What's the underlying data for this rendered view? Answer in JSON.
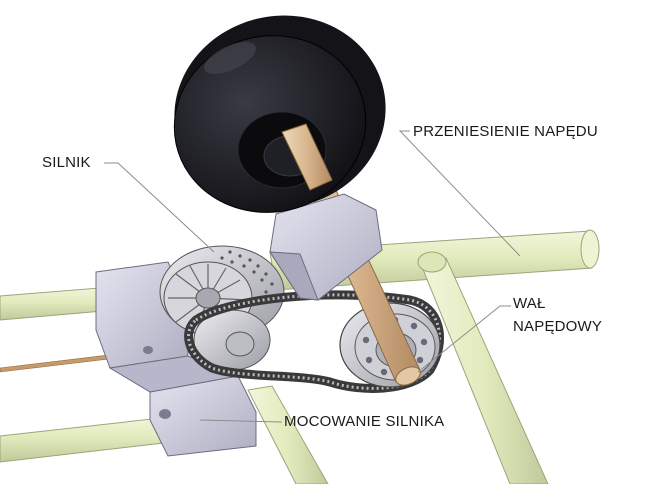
{
  "labels": {
    "silnik": "SILNIK",
    "przeniesienie": "PRZENIESIENIE NAPĘDU",
    "wal_line1": "WAŁ",
    "wal_line2": "NAPĘDOWY",
    "mocowanie": "MOCOWANIE SILNIKA"
  },
  "colors": {
    "tube": "#e3ecc0",
    "tube_edge": "#9aa57a",
    "wheel": "#1c1c22",
    "shaft": "#d7b48e",
    "bracket": "#c9c9da",
    "pulley": "#c4c4cc",
    "belt": "#3a3a3a",
    "leader": "#8c8c8c"
  }
}
